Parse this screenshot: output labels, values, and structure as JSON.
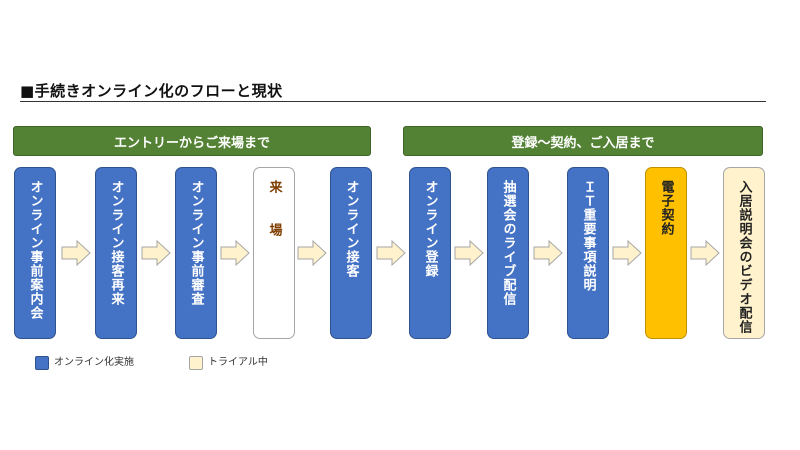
{
  "title": "■手続きオンライン化のフローと現状",
  "phases": [
    {
      "label": "エントリーからご来場まで"
    },
    {
      "label": "登録～契約、ご入居まで"
    }
  ],
  "steps": [
    {
      "label": "オンライン事前案内会",
      "status": "online"
    },
    {
      "label": "オンライン接客再来",
      "status": "online"
    },
    {
      "label": "オンライン事前審査",
      "status": "online"
    },
    {
      "label": "来場",
      "status": "offline"
    },
    {
      "label": "オンライン接客",
      "status": "online"
    },
    {
      "label": "オンライン登録",
      "status": "online"
    },
    {
      "label": "抽選会のライブ配信",
      "status": "online"
    },
    {
      "label": "ＩＴ重要事項説明",
      "status": "online"
    },
    {
      "label": "電子契約",
      "status": "highlight"
    },
    {
      "label": "入居説明会のビデオ配信",
      "status": "trial"
    }
  ],
  "legend": [
    {
      "label": "オンライン化実施",
      "color": "#4472c4"
    },
    {
      "label": "トライアル中",
      "color": "#fff2cc"
    }
  ],
  "colors": {
    "phase_banner": "#548235",
    "online": "#4472c4",
    "trial": "#fff2cc",
    "highlight": "#ffc000",
    "arrow": "#fff2cc"
  }
}
